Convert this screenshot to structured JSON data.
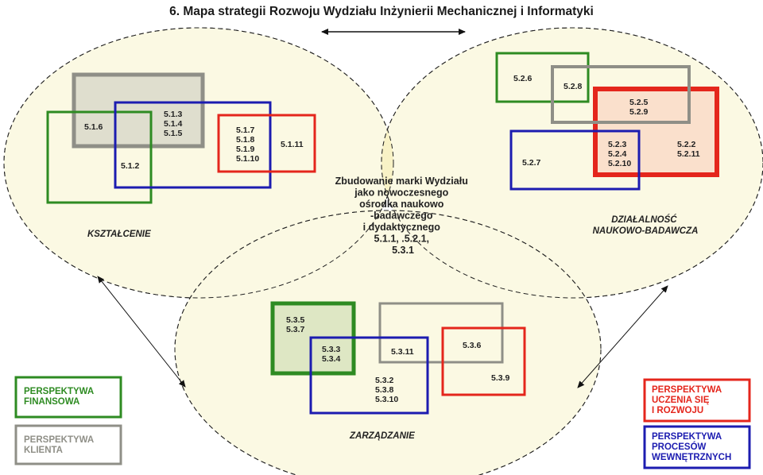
{
  "title": "6. Mapa strategii Rozwoju Wydziału Inżynierii Mechanicznej i Informatyki",
  "colors": {
    "green": "#2e8b22",
    "gray": "#8f8f87",
    "red": "#e4261c",
    "blue": "#1c1cb0",
    "ellipse_fill": "#fbf9e3",
    "center_fill": "#f8f2c6"
  },
  "areas": {
    "ksztalcenie": "KSZTAŁCENIE",
    "dzialalnosc_line1": "DZIAŁALNOŚĆ",
    "dzialalnosc_line2": "NAUKOWO-BADAWCZA",
    "zarzadzanie": "ZARZĄDZANIE"
  },
  "center": {
    "lines": [
      "Zbudowanie marki Wydziału",
      "jako nowoczesnego",
      "ośrodka naukowo",
      "-badawczego",
      "i dydaktycznego",
      "5.1.1, .5.2.1,",
      "5.3.1"
    ]
  },
  "codes": {
    "k_516": "5.1.6",
    "k_513": [
      "5.1.3",
      "5.1.4",
      "5.1.5"
    ],
    "k_517": [
      "5.1.7",
      "5.1.8",
      "5.1.9",
      "5.1.10"
    ],
    "k_5111": "5.1.11",
    "k_512": "5.1.2",
    "d_526": "5.2.6",
    "d_528": "5.2.8",
    "d_525": [
      "5.2.5",
      "5.2.9"
    ],
    "d_527": "5.2.7",
    "d_523": [
      "5.2.3",
      "5.2.4",
      "5.2.10"
    ],
    "d_522": [
      "5.2.2",
      "5.2.11"
    ],
    "z_535": [
      "5.3.5",
      "5.3.7"
    ],
    "z_533": [
      "5.3.3",
      "5.3.4"
    ],
    "z_5311": "5.3.11",
    "z_532": [
      "5.3.2",
      "5.3.8",
      "5.3.10"
    ],
    "z_536": "5.3.6",
    "z_539": "5.3.9"
  },
  "legend": {
    "finansowa": [
      "PERSPEKTYWA",
      "FINANSOWA"
    ],
    "klienta": [
      "PERSPEKTYWA",
      "KLIENTA"
    ],
    "uczenia": [
      "PERSPEKTYWA",
      "UCZENIA SIĘ",
      "I ROZWOJU"
    ],
    "procesow": [
      "PERSPEKTYWA",
      "PROCESÓW",
      "WEWNĘTRZNYCH"
    ]
  }
}
